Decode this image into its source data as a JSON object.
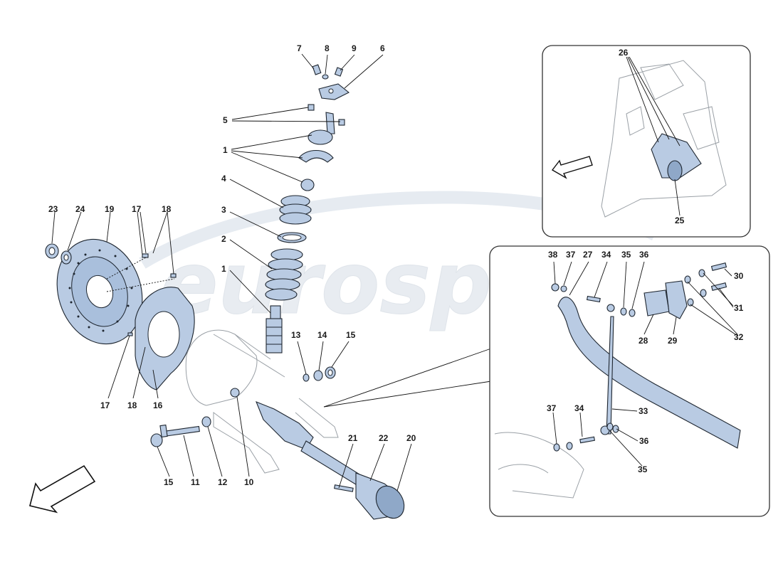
{
  "watermark": "eurospares",
  "callouts": {
    "c7": "7",
    "c8": "8",
    "c9": "9",
    "c6": "6",
    "c5": "5",
    "c1a": "1",
    "c4": "4",
    "c3": "3",
    "c2": "2",
    "c1b": "1",
    "c23": "23",
    "c24": "24",
    "c19": "19",
    "c17a": "17",
    "c18a": "18",
    "c17b": "17",
    "c18b": "18",
    "c16": "16",
    "c13": "13",
    "c14": "14",
    "c15a": "15",
    "c15b": "15",
    "c11": "11",
    "c12": "12",
    "c10": "10",
    "c21": "21",
    "c22": "22",
    "c20": "20",
    "c26": "26",
    "c25": "25",
    "c38": "38",
    "c37a": "37",
    "c27": "27",
    "c34a": "34",
    "c35a": "35",
    "c36a": "36",
    "c30": "30",
    "c31": "31",
    "c32": "32",
    "c28": "28",
    "c29": "29",
    "c33": "33",
    "c37b": "37",
    "c34b": "34",
    "c36b": "36",
    "c35b": "35"
  }
}
